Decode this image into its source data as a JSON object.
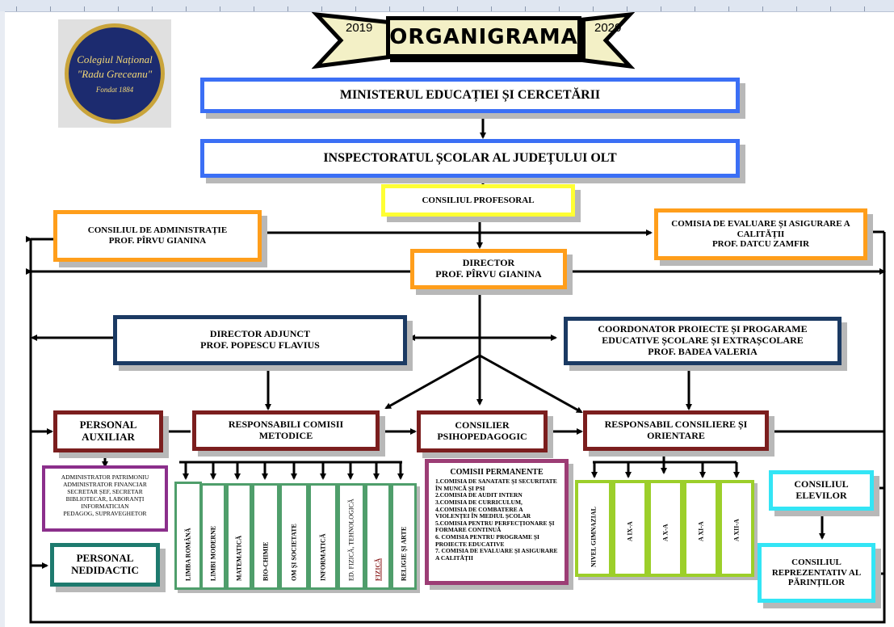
{
  "banner": {
    "year_left": "2019",
    "title": "ORGANIGRAMA",
    "year_right": "2020"
  },
  "logo": {
    "line1": "Colegiul Național",
    "line2": "\"Radu Greceanu\"",
    "line3": "Fondat 1884"
  },
  "ministry": "MINISTERUL EDUCAȚIEI ȘI CERCETĂRII",
  "inspectorate": "INSPECTORATUL ȘCOLAR AL JUDEȚULUI OLT",
  "teachers_council": "CONSILIUL PROFESORAL",
  "admin_council": {
    "line1": "CONSILIUL DE ADMINISTRAȚIE",
    "line2": "PROF. PÎRVU GIANINA"
  },
  "quality_commission": {
    "line1": "COMISIA DE EVALUARE ȘI ASIGURARE A CALITĂȚII",
    "line2": "PROF. DATCU ZAMFIR"
  },
  "director": {
    "line1": "DIRECTOR",
    "line2": "PROF. PÎRVU GIANINA"
  },
  "deputy_director": {
    "line1": "DIRECTOR ADJUNCT",
    "line2": "PROF. POPESCU FLAVIUS"
  },
  "projects_coordinator": {
    "line1": "COORDONATOR PROIECTE ȘI PROGARAME",
    "line2": "EDUCATIVE ȘCOLARE ȘI EXTRAȘCOLARE",
    "line3": "PROF. BADEA VALERIA"
  },
  "auxiliary_staff": {
    "label": "PERSONAL AUXILIAR",
    "items": [
      "ADMINISTRATOR PATRIMONIU",
      "ADMINISTRATOR FINANCIAR",
      "SECRETAR ȘEF, SECRETAR",
      "BIBLIOTECAR, LABORANȚI",
      "INFORMATICIAN",
      "PEDAGOG, SUPRAVEGHETOR"
    ]
  },
  "non_teaching_staff": "PERSONAL NEDIDACTIC",
  "methodical_commissions": {
    "label": "RESPONSABILI COMISII METODICE",
    "items": [
      "LIMBA ROMÂNĂ",
      "LIMBI MODERNE",
      "MATEMATICĂ",
      "BIO-CHIMIE",
      "OM ȘI SOCIETATE",
      "INFORMATICĂ",
      "ED. FIZICĂ, TEHNOLOGICĂ",
      "FIZICĂ",
      "RELIGIE ȘI ARTE"
    ]
  },
  "counselor": "CONSILIER PSIHOPEDAGOGIC",
  "permanent_commissions": {
    "title": "COMISII PERMANENTE",
    "items": [
      "1.COMISIA DE SANATATE ȘI SECURITATE ÎN MUNCĂ ȘI PSI",
      "2.COMISIA DE AUDIT INTERN",
      "3.COMISIA DE CURRICULUM,",
      "4.COMISIA DE COMBATERE A VIOLENȚEI ÎN MEDIUL ȘCOLAR",
      "5.COMISIA PENTRU PERFECȚIONARE ȘI FORMARE CONTINUĂ",
      "6. COMISIA PENTRU PROGRAME ȘI PROIECTE EDUCATIVE",
      "7. COMISIA DE EVALUARE ȘI ASIGURARE A CALITĂȚII"
    ]
  },
  "guidance": {
    "label": "RESPONSABIL CONSILIERE ȘI ORIENTARE",
    "items": [
      "NIVEL GIMNAZIAL",
      "A IX-A",
      "A X-A",
      "A XI-A",
      "A XII-A"
    ]
  },
  "student_council": "CONSILIUL ELEVILOR",
  "parents_council": "CONSILIUL REPREZENTATIV AL PĂRINȚILOR",
  "colors": {
    "ministry_border": "#3b6ff5",
    "yellow": "#ffff33",
    "orange": "#ff9e1b",
    "navy": "#1b3a63",
    "maroon": "#7b1e1e",
    "purple": "#8b2f8b",
    "teal": "#1e7a6e",
    "green": "#4f9e6b",
    "lime": "#9ccf2a",
    "cyan": "#33e5f5",
    "mauve": "#9c3d75",
    "banner_fill": "#f3f0c6"
  }
}
